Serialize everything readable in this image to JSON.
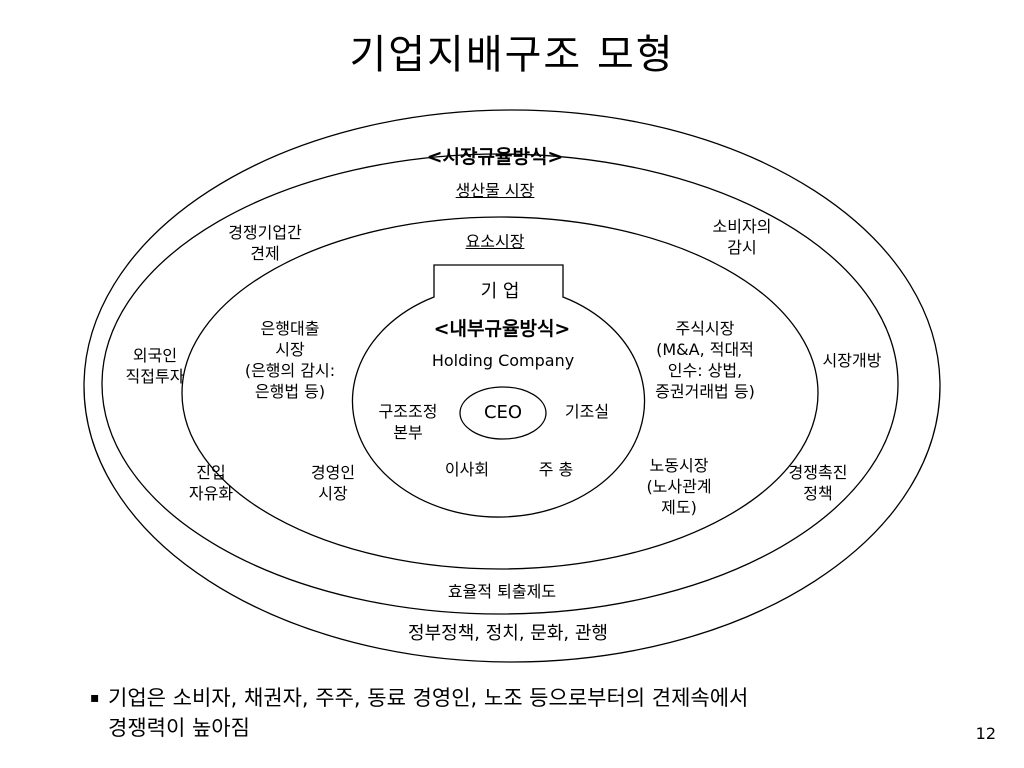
{
  "title": "기업지배구조 모형",
  "outer": {
    "heading": "<시장규율방식>",
    "product_market": "생산물 시장",
    "competition": "경쟁기업간\n견제",
    "consumer": "소비자의\n감시",
    "fdi": "외국인\n직접투자",
    "market_opening": "시장개방",
    "entry": "진입\n자유화",
    "promotion": "경쟁촉진\n정책",
    "exit": "효율적 퇴출제도",
    "government": "정부정책, 정치, 문화, 관행"
  },
  "middle": {
    "factor_market": "요소시장",
    "bank": "은행대출\n시장\n(은행의 감시:\n은행법 등)",
    "stock": "주식시장\n(M&A, 적대적\n인수: 상법,\n증권거래법 등)",
    "manager": "경영인\n시장",
    "labor": "노동시장\n(노사관계\n제도)"
  },
  "inner": {
    "firm": "기 업",
    "heading": "<내부규율방식>",
    "holding": "Holding Company",
    "restructure": "구조조정\n본부",
    "ceo": "CEO",
    "planning": "기조실",
    "board": "이사회",
    "shareholders": "주  총"
  },
  "footer": {
    "bullet": "기업은 소비자, 채권자, 주주, 동료 경영인, 노조 등으로부터의 견제속에서\n경쟁력이 높아짐",
    "bullet_mark": "▪",
    "page": "12"
  }
}
